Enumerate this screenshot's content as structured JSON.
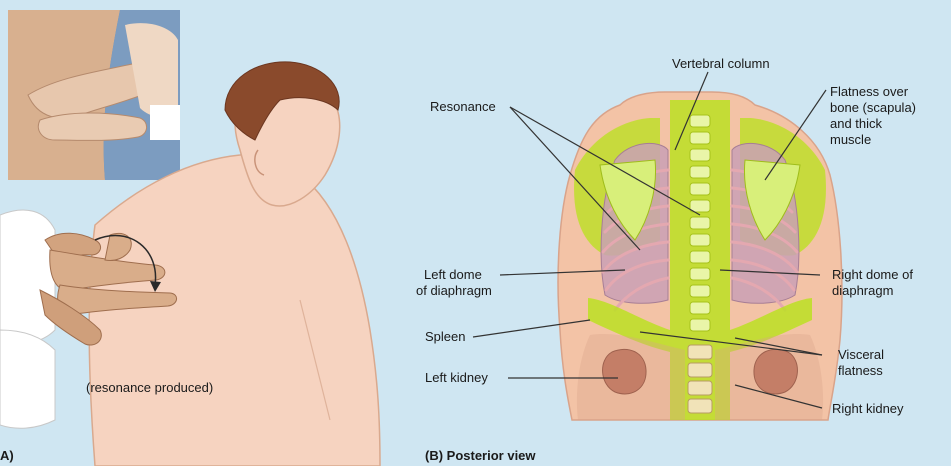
{
  "left_panel": {
    "caption": "(resonance produced)",
    "panel_letter": "A)"
  },
  "right_panel": {
    "caption": "(B) Posterior view",
    "labels": {
      "vertebral_column": "Vertebral column",
      "resonance": "Resonance",
      "flatness_line1": "Flatness over",
      "flatness_line2": "bone (scapula)",
      "flatness_line3": "and thick",
      "flatness_line4": "muscle",
      "left_dome_line1": "Left dome",
      "left_dome_line2": "of diaphragm",
      "right_dome_line1": "Right dome of",
      "right_dome_line2": "diaphragm",
      "spleen": "Spleen",
      "visceral_line1": "Visceral",
      "visceral_line2": "flatness",
      "left_kidney": "Left kidney",
      "right_kidney": "Right kidney"
    }
  },
  "colors": {
    "background": "#cfe6f2",
    "skin": "#f3c3a6",
    "highlight_green": "#b8e21a",
    "lung_pink": "#c9a0b5",
    "hair": "#8a4a2c"
  }
}
